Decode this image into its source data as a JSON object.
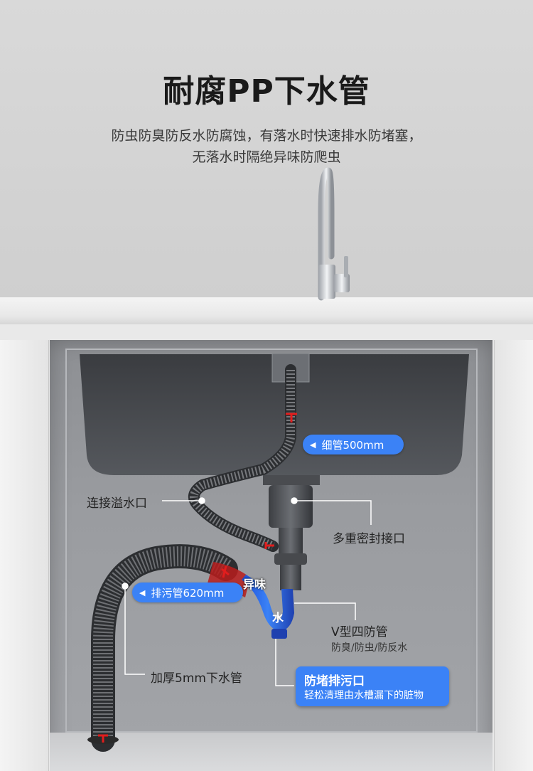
{
  "title": "耐腐PP下水管",
  "subtitle": {
    "line1": "防虫防臭防反水防腐蚀，有落水时快速排水防堵塞，",
    "line2": "无落水时隔绝异味防爬虫"
  },
  "labels": {
    "thin_pipe": "细管500mm",
    "overflow": "连接溢水口",
    "seal": "多重密封接口",
    "smell": "异味",
    "drain_pipe": "排污管620mm",
    "water": "水",
    "v_pipe": "V型四防管",
    "v_pipe_sub": "防臭/防虫/防反水",
    "thick_pipe": "加厚5mm下水管",
    "cleanout_title": "防堵排污口",
    "cleanout_sub": "轻松清理由水槽漏下的脏物"
  },
  "icons": {
    "pill_arrow": "◀"
  },
  "colors": {
    "accent": "#3b82f6",
    "marker": "#e11d1d",
    "water": "#2563eb"
  }
}
